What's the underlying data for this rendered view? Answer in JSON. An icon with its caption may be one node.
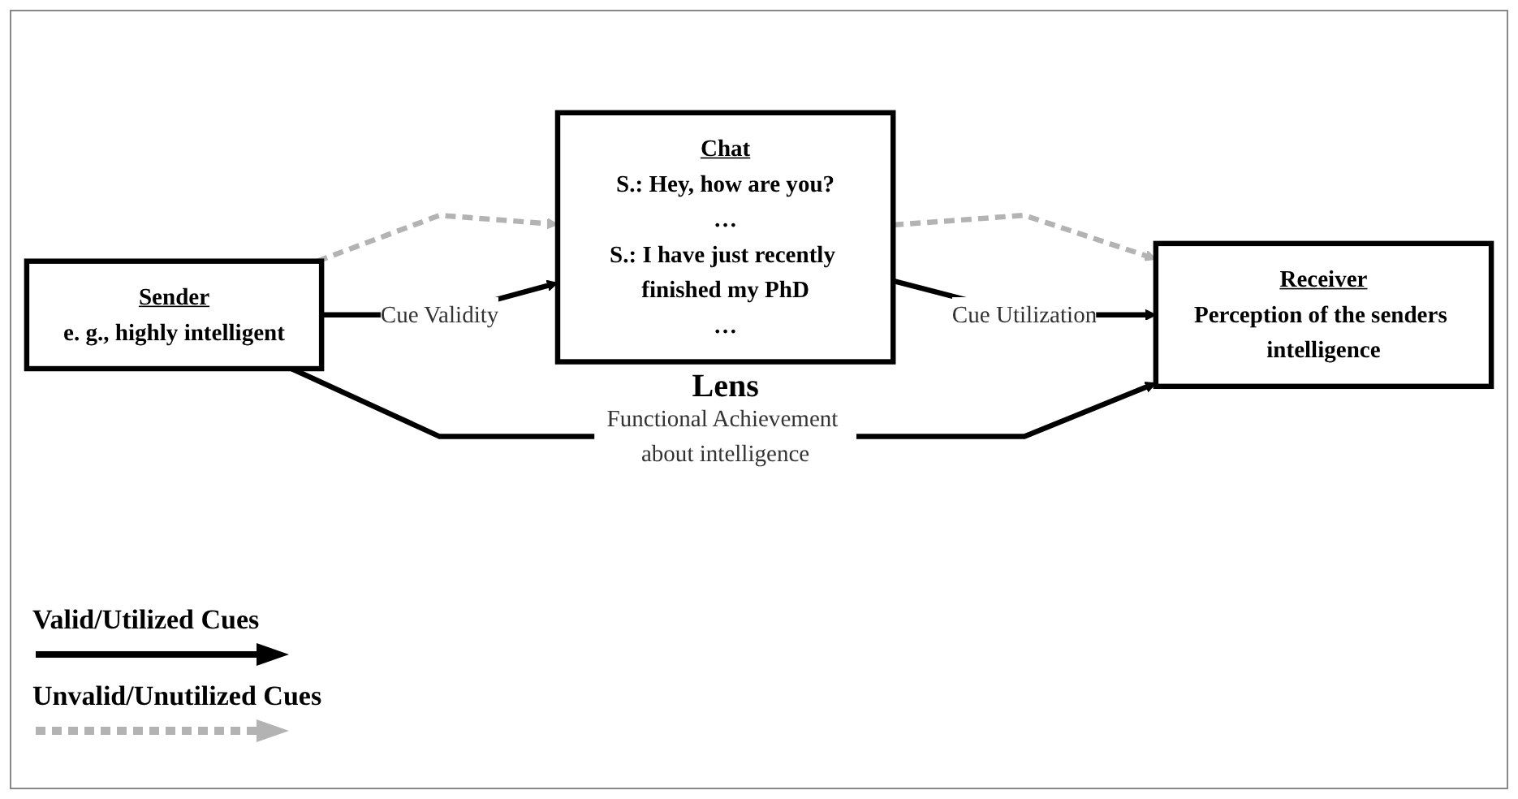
{
  "diagram": {
    "nodes": [
      {
        "text": [
          "Sender",
          "e. g., highly intelligent"
        ]
      },
      {
        "text": [
          "Chat",
          "S.: Hey, how are you?",
          "…",
          "S.: I have just recently finished my PhD",
          "…"
        ],
        "beside": [
          "Lens"
        ]
      },
      {
        "text": [
          "Receiver",
          "Perception of the senders intelligence"
        ]
      }
    ],
    "edges": [
      {
        "from": 0,
        "to": 1,
        "arrow": "to",
        "style": "dashed",
        "color": "#b3b3b3"
      },
      {
        "from": 0,
        "to": 1,
        "arrow": "to",
        "label": "Cue Validity"
      },
      {
        "from": 1,
        "to": 2,
        "arrow": "to",
        "style": "dashed",
        "color": "#b3b3b3"
      },
      {
        "from": 1,
        "to": 2,
        "arrow": "to",
        "label": "Cue Utilization"
      },
      {
        "from": 0,
        "to": 2,
        "arrow": "to",
        "label": "Functional Achievement about intelligence"
      }
    ],
    "legend": [
      {
        "text": "Valid/Utilized Cues"
      },
      {
        "text": "Unvalid/Unutilized Cues"
      }
    ]
  }
}
